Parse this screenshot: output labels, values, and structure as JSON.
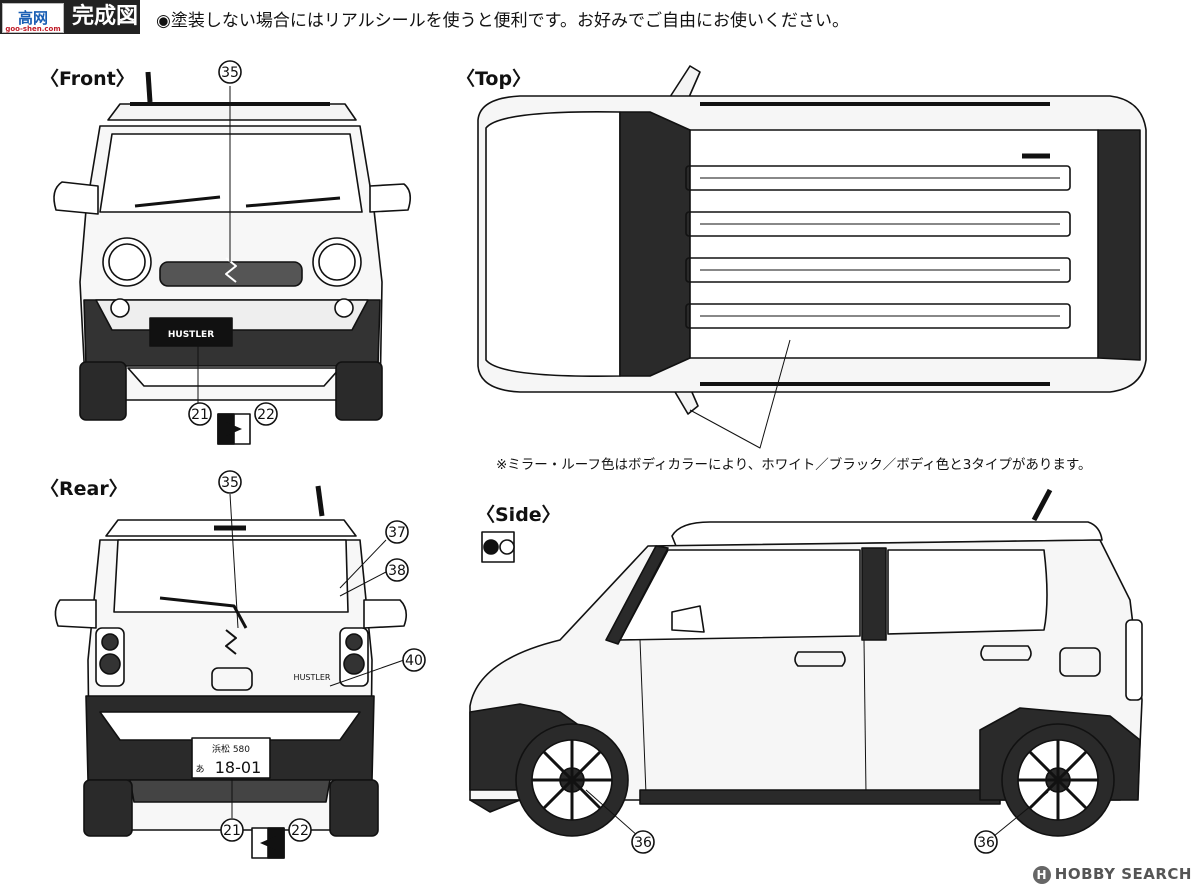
{
  "header": {
    "title": "完成図",
    "logo_text": "高网",
    "logo_sub": "goo-shen.com",
    "instruction": "◉塗装しない場合にはリアルシールを使うと便利です。お好みでご自由にお使いください。"
  },
  "panels": {
    "front": "〈Front〉",
    "top": "〈Top〉",
    "rear": "〈Rear〉",
    "side": "〈Side〉"
  },
  "callouts": {
    "front_emblem": "35",
    "front_decal_a": "21",
    "front_decal_b": "22",
    "rear_emblem": "35",
    "rear_badge_a": "37",
    "rear_badge_b": "38",
    "rear_name": "40",
    "rear_decal_a": "21",
    "rear_decal_b": "22",
    "side_wheel_front": "36",
    "side_wheel_rear": "36"
  },
  "car_text": {
    "front_plate": "HUSTLER",
    "rear_name": "HUSTLER",
    "rear_plate_top": "浜松 580",
    "rear_plate_kana": "あ",
    "rear_plate_num": "18-01"
  },
  "top_note": "※ミラー・ルーフ色はボディカラーにより、ホワイト／ブラック／ボディ色と3タイプがあります。",
  "watermark": {
    "icon": "hobby-search-logo-icon",
    "text": "HOBBY SEARCH"
  },
  "colors": {
    "line": "#111111",
    "body_fill": "#f4f4f4",
    "dark_fill": "#2a2a2a"
  }
}
